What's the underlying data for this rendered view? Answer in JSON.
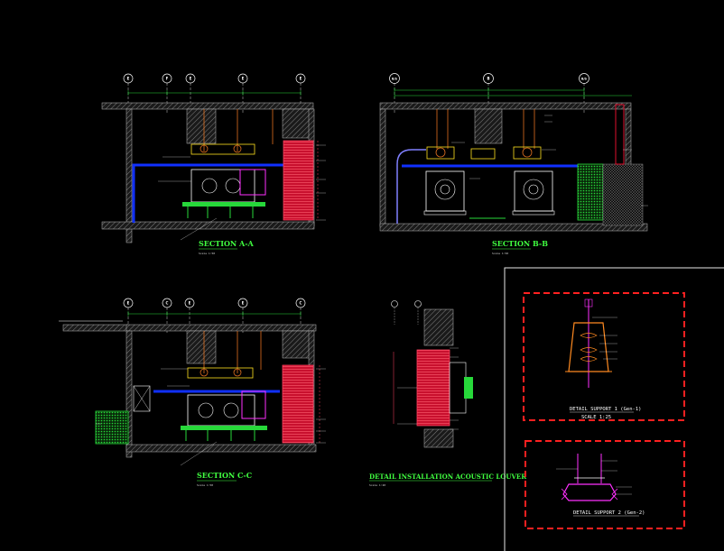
{
  "drawing": {
    "sections": [
      {
        "title": "SECTION A-A",
        "scale": "Scale 1:50",
        "grid": [
          "E",
          "F",
          "E",
          "E",
          "E"
        ]
      },
      {
        "title": "SECTION B-B",
        "scale": "Scale 1:50",
        "grid": [
          "B/S",
          "B",
          "B/S"
        ]
      },
      {
        "title": "SECTION C-C",
        "scale": "Scale 1:50",
        "grid": [
          "E",
          "C",
          "E",
          "E",
          "C"
        ]
      },
      {
        "title": "DETAIL INSTALLATION ACOUSTIC LOUVER",
        "scale": "Scale 1:20"
      }
    ],
    "details": [
      {
        "title": "DETAIL SUPPORT 1 (Gen-1)",
        "scale": "SCALE 1:25"
      },
      {
        "title": "DETAIL SUPPORT 2 (Gen-2)"
      }
    ]
  }
}
